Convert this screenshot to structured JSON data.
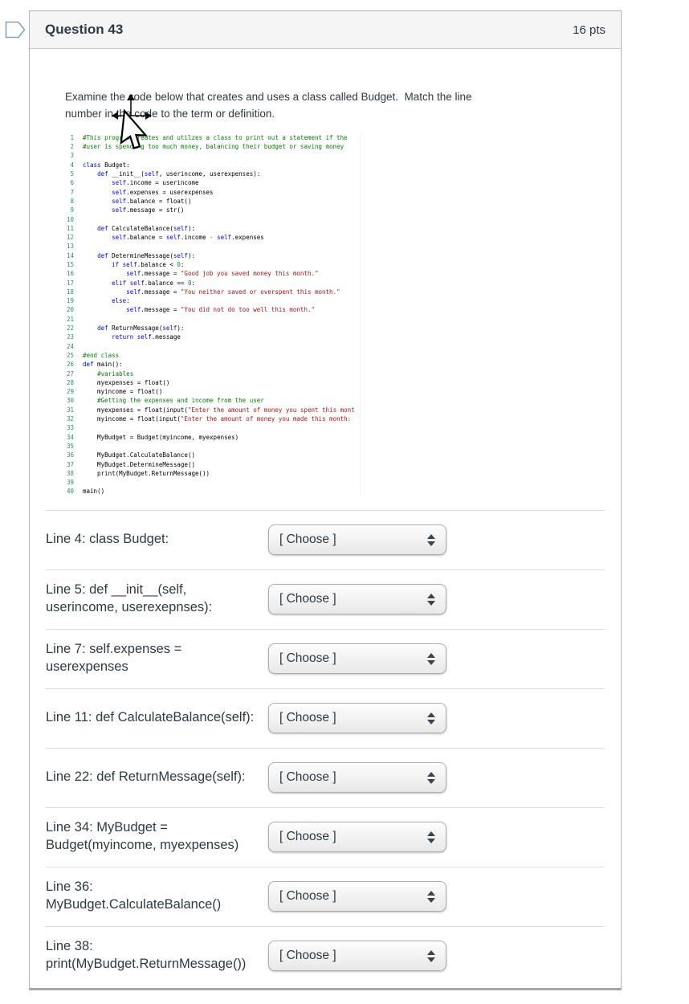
{
  "question": {
    "title": "Question 43",
    "points": "16 pts",
    "instructions": "Examine the code below that creates and uses a class called Budget.  Match the line\nnumber in the code to the term or definition."
  },
  "colors": {
    "text": "#2D3B45",
    "header_bg": "#F5F5F5",
    "flag_outline": "#81A5BF",
    "divider": "#DCDCDC"
  },
  "code": {
    "palette": {
      "c": "#008000",
      "k": "#0000ff",
      "s": "#a31515",
      "n": "#098658",
      "o": "#a31515",
      "d": "#000000"
    },
    "lines": [
      {
        "n": 1,
        "s": [
          [
            "c",
            "#This program creates and utilzes a class to print out a statement if the"
          ]
        ]
      },
      {
        "n": 2,
        "s": [
          [
            "c",
            "#user is spending too much money, balancing their budget or saving money"
          ]
        ]
      },
      {
        "n": 3,
        "s": []
      },
      {
        "n": 4,
        "s": [
          [
            "k",
            "class"
          ],
          [
            "d",
            " Budget:"
          ]
        ]
      },
      {
        "n": 5,
        "s": [
          [
            "d",
            "    "
          ],
          [
            "k",
            "def"
          ],
          [
            "d",
            " __init__("
          ],
          [
            "k",
            "self"
          ],
          [
            "d",
            ", userincome, userexpenses):"
          ]
        ]
      },
      {
        "n": 6,
        "s": [
          [
            "d",
            "        "
          ],
          [
            "k",
            "self"
          ],
          [
            "d",
            ".income = userincome"
          ]
        ]
      },
      {
        "n": 7,
        "s": [
          [
            "d",
            "        "
          ],
          [
            "k",
            "self"
          ],
          [
            "d",
            ".expenses = userexpenses"
          ]
        ]
      },
      {
        "n": 8,
        "s": [
          [
            "d",
            "        "
          ],
          [
            "k",
            "self"
          ],
          [
            "d",
            ".balance = float()"
          ]
        ]
      },
      {
        "n": 9,
        "s": [
          [
            "d",
            "        "
          ],
          [
            "k",
            "self"
          ],
          [
            "d",
            ".message = str()"
          ]
        ]
      },
      {
        "n": 10,
        "s": []
      },
      {
        "n": 11,
        "s": [
          [
            "d",
            "    "
          ],
          [
            "k",
            "def"
          ],
          [
            "d",
            " CalculateBalance("
          ],
          [
            "k",
            "self"
          ],
          [
            "d",
            "):"
          ]
        ]
      },
      {
        "n": 12,
        "s": [
          [
            "d",
            "        "
          ],
          [
            "k",
            "self"
          ],
          [
            "d",
            ".balance = "
          ],
          [
            "k",
            "self"
          ],
          [
            "d",
            ".income "
          ],
          [
            "o",
            "-"
          ],
          [
            "d",
            " "
          ],
          [
            "k",
            "self"
          ],
          [
            "d",
            ".expenses"
          ]
        ]
      },
      {
        "n": 13,
        "s": []
      },
      {
        "n": 14,
        "s": [
          [
            "d",
            "    "
          ],
          [
            "k",
            "def"
          ],
          [
            "d",
            " DetermineMessage("
          ],
          [
            "k",
            "self"
          ],
          [
            "d",
            "):"
          ]
        ]
      },
      {
        "n": 15,
        "s": [
          [
            "d",
            "        "
          ],
          [
            "k",
            "if"
          ],
          [
            "d",
            " "
          ],
          [
            "k",
            "self"
          ],
          [
            "d",
            ".balance < "
          ],
          [
            "n",
            "0"
          ],
          [
            "d",
            ":"
          ]
        ]
      },
      {
        "n": 16,
        "s": [
          [
            "d",
            "            "
          ],
          [
            "k",
            "self"
          ],
          [
            "d",
            ".message = "
          ],
          [
            "s",
            "\"Good job you saved money this month.\""
          ]
        ]
      },
      {
        "n": 17,
        "s": [
          [
            "d",
            "        "
          ],
          [
            "k",
            "elif"
          ],
          [
            "d",
            " "
          ],
          [
            "k",
            "self"
          ],
          [
            "d",
            ".balance == "
          ],
          [
            "n",
            "0"
          ],
          [
            "d",
            ":"
          ]
        ]
      },
      {
        "n": 18,
        "s": [
          [
            "d",
            "            "
          ],
          [
            "k",
            "self"
          ],
          [
            "d",
            ".message = "
          ],
          [
            "s",
            "\"You neither saved or overspent this month.\""
          ]
        ]
      },
      {
        "n": 19,
        "s": [
          [
            "d",
            "        "
          ],
          [
            "k",
            "else"
          ],
          [
            "d",
            ":"
          ]
        ]
      },
      {
        "n": 20,
        "s": [
          [
            "d",
            "            "
          ],
          [
            "k",
            "self"
          ],
          [
            "d",
            ".message = "
          ],
          [
            "s",
            "\"You did not do too well this month.\""
          ]
        ]
      },
      {
        "n": 21,
        "s": []
      },
      {
        "n": 22,
        "s": [
          [
            "d",
            "    "
          ],
          [
            "k",
            "def"
          ],
          [
            "d",
            " ReturnMessage("
          ],
          [
            "k",
            "self"
          ],
          [
            "d",
            "):"
          ]
        ]
      },
      {
        "n": 23,
        "s": [
          [
            "d",
            "        "
          ],
          [
            "k",
            "return"
          ],
          [
            "d",
            " "
          ],
          [
            "k",
            "self"
          ],
          [
            "d",
            ".message"
          ]
        ]
      },
      {
        "n": 24,
        "s": []
      },
      {
        "n": 25,
        "s": [
          [
            "c",
            "#end class"
          ]
        ]
      },
      {
        "n": 26,
        "s": [
          [
            "k",
            "def"
          ],
          [
            "d",
            " main():"
          ]
        ]
      },
      {
        "n": 27,
        "s": [
          [
            "d",
            "    "
          ],
          [
            "c",
            "#variables"
          ]
        ]
      },
      {
        "n": 28,
        "s": [
          [
            "d",
            "    myexpenses = float()"
          ]
        ]
      },
      {
        "n": 29,
        "s": [
          [
            "d",
            "    myincome = float()"
          ]
        ]
      },
      {
        "n": 30,
        "s": [
          [
            "d",
            "    "
          ],
          [
            "c",
            "#Getting the expenses and income from the user"
          ]
        ]
      },
      {
        "n": 31,
        "s": [
          [
            "d",
            "    myexpenses = float(input("
          ],
          [
            "s",
            "\"Enter the amount of money you spent this mont"
          ]
        ]
      },
      {
        "n": 32,
        "s": [
          [
            "d",
            "    myincome = float(input("
          ],
          [
            "s",
            "\"Enter the amount of money you made this month:"
          ]
        ]
      },
      {
        "n": 33,
        "s": []
      },
      {
        "n": 34,
        "s": [
          [
            "d",
            "    MyBudget = Budget(myincome, myexpenses)"
          ]
        ]
      },
      {
        "n": 35,
        "s": []
      },
      {
        "n": 36,
        "s": [
          [
            "d",
            "    MyBudget.CalculateBalance()"
          ]
        ]
      },
      {
        "n": 37,
        "s": [
          [
            "d",
            "    MyBudget.DetermineMessage()"
          ]
        ]
      },
      {
        "n": 38,
        "s": [
          [
            "d",
            "    print(MyBudget.ReturnMessage())"
          ]
        ]
      },
      {
        "n": 39,
        "s": []
      },
      {
        "n": 40,
        "s": [
          [
            "d",
            "main()"
          ]
        ]
      }
    ]
  },
  "rows": [
    {
      "label": "Line 4: class Budget:",
      "dropdown": "[ Choose ]"
    },
    {
      "label": "Line 5: def __init__(self,\nuserincome, userexepnses):",
      "dropdown": "[ Choose ]"
    },
    {
      "label": "Line 7: self.expenses =\nuserexpenses",
      "dropdown": "[ Choose ]"
    },
    {
      "label": "Line 11: def CalculateBalance(self):",
      "dropdown": "[ Choose ]"
    },
    {
      "label": "Line 22: def ReturnMessage(self):",
      "dropdown": "[ Choose ]"
    },
    {
      "label": "Line 34: MyBudget =\nBudget(myincome, myexpenses)",
      "dropdown": "[ Choose ]"
    },
    {
      "label": "Line 36:\nMyBudget.CalculateBalance()",
      "dropdown": "[ Choose ]"
    },
    {
      "label": "Line 38:\nprint(MyBudget.ReturnMessage())",
      "dropdown": "[ Choose ]"
    }
  ]
}
